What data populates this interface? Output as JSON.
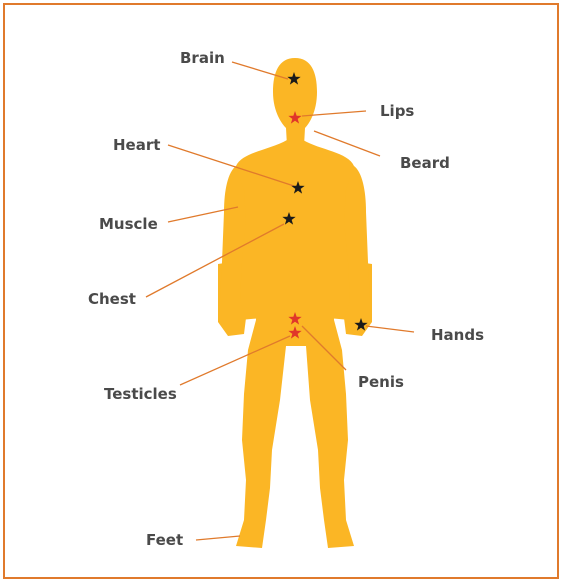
{
  "diagram": {
    "colors": {
      "border": "#e07a2c",
      "body": "#fbb625",
      "leader_line": "#e07a2c",
      "label_text": "#4a4a4a",
      "star_black": "#1a1a1a",
      "star_red": "#e0362a"
    },
    "labels": {
      "brain": "Brain",
      "lips": "Lips",
      "heart": "Heart",
      "beard": "Beard",
      "muscle": "Muscle",
      "chest": "Chest",
      "hands": "Hands",
      "testicles": "Testicles",
      "penis": "Penis",
      "feet": "Feet"
    },
    "markers": {
      "brain": "black",
      "lips": "red",
      "heart": "black",
      "chest": "black",
      "hands": "black",
      "penis": "red",
      "testicles": "red"
    }
  }
}
